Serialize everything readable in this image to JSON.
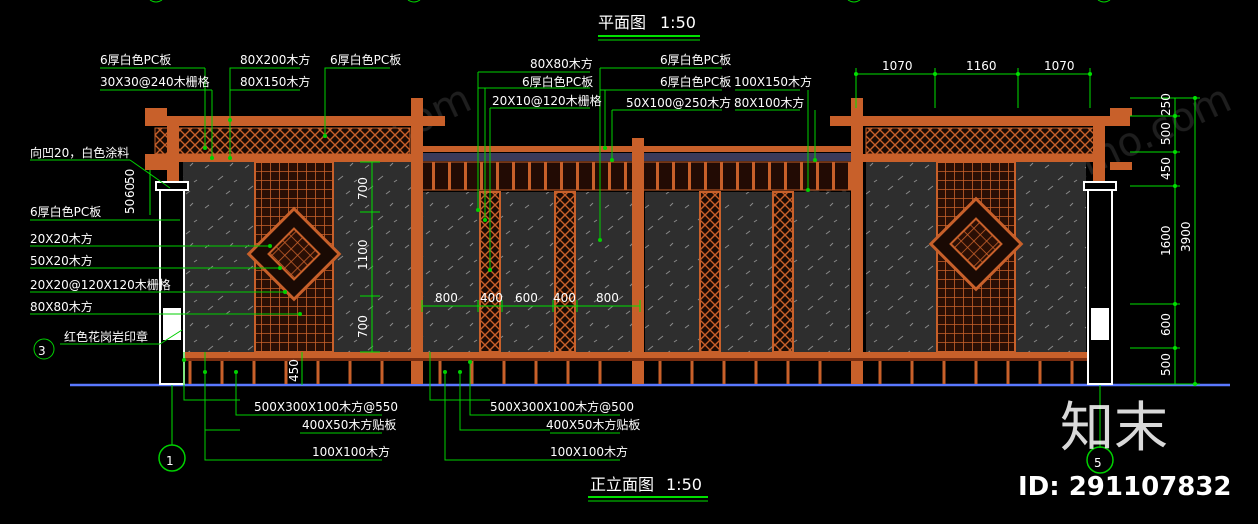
{
  "titles": {
    "plan": "平面图",
    "plan_scale": "1:50",
    "elevation": "正立面图",
    "elevation_scale": "1:50"
  },
  "labels_left": [
    "6厚白色PC板",
    "30X30@240木栅格",
    "向凹20，白色涂料",
    "6厚白色PC板",
    "20X20木方",
    "50X20木方",
    "20X20@120X120木栅格",
    "80X80木方",
    "红色花岗岩印章"
  ],
  "labels_top_mid": [
    "80X200木方",
    "80X150木方",
    "6厚白色PC板"
  ],
  "labels_top_center": [
    "80X80木方",
    "6厚白色PC板",
    "20X10@120木栅格",
    "6厚白色PC板",
    "6厚白色PC板",
    "50X100@250木方",
    "100X150木方",
    "80X100木方"
  ],
  "labels_bottom": [
    "500X300X100木方@550",
    "400X50木方贴板",
    "100X100木方",
    "500X300X100木方@500",
    "400X50木方贴板",
    "100X100木方"
  ],
  "dims_top": [
    "1070",
    "1160",
    "1070"
  ],
  "dims_right": [
    "250",
    "500",
    "450",
    "1600",
    "600",
    "500"
  ],
  "dim_total": "3900",
  "dims_left_vertical": [
    "700",
    "1100",
    "700"
  ],
  "dim_450": "450",
  "dims_mid": [
    "800",
    "400",
    "600",
    "400",
    "800"
  ],
  "left_post_dims": [
    "50",
    "60",
    "50"
  ],
  "axis_markers": [
    "1",
    "5"
  ],
  "side_tag": "3",
  "watermark": {
    "brand": "知末",
    "id": "ID: 291107832",
    "faint_text": "www.znzmo.com"
  },
  "colors": {
    "background": "#000000",
    "wood": "#c8602a",
    "wood_dark": "#7a2e10",
    "leader": "#00d000",
    "dimension": "#00e000",
    "ground": "#5a78ff"
  }
}
